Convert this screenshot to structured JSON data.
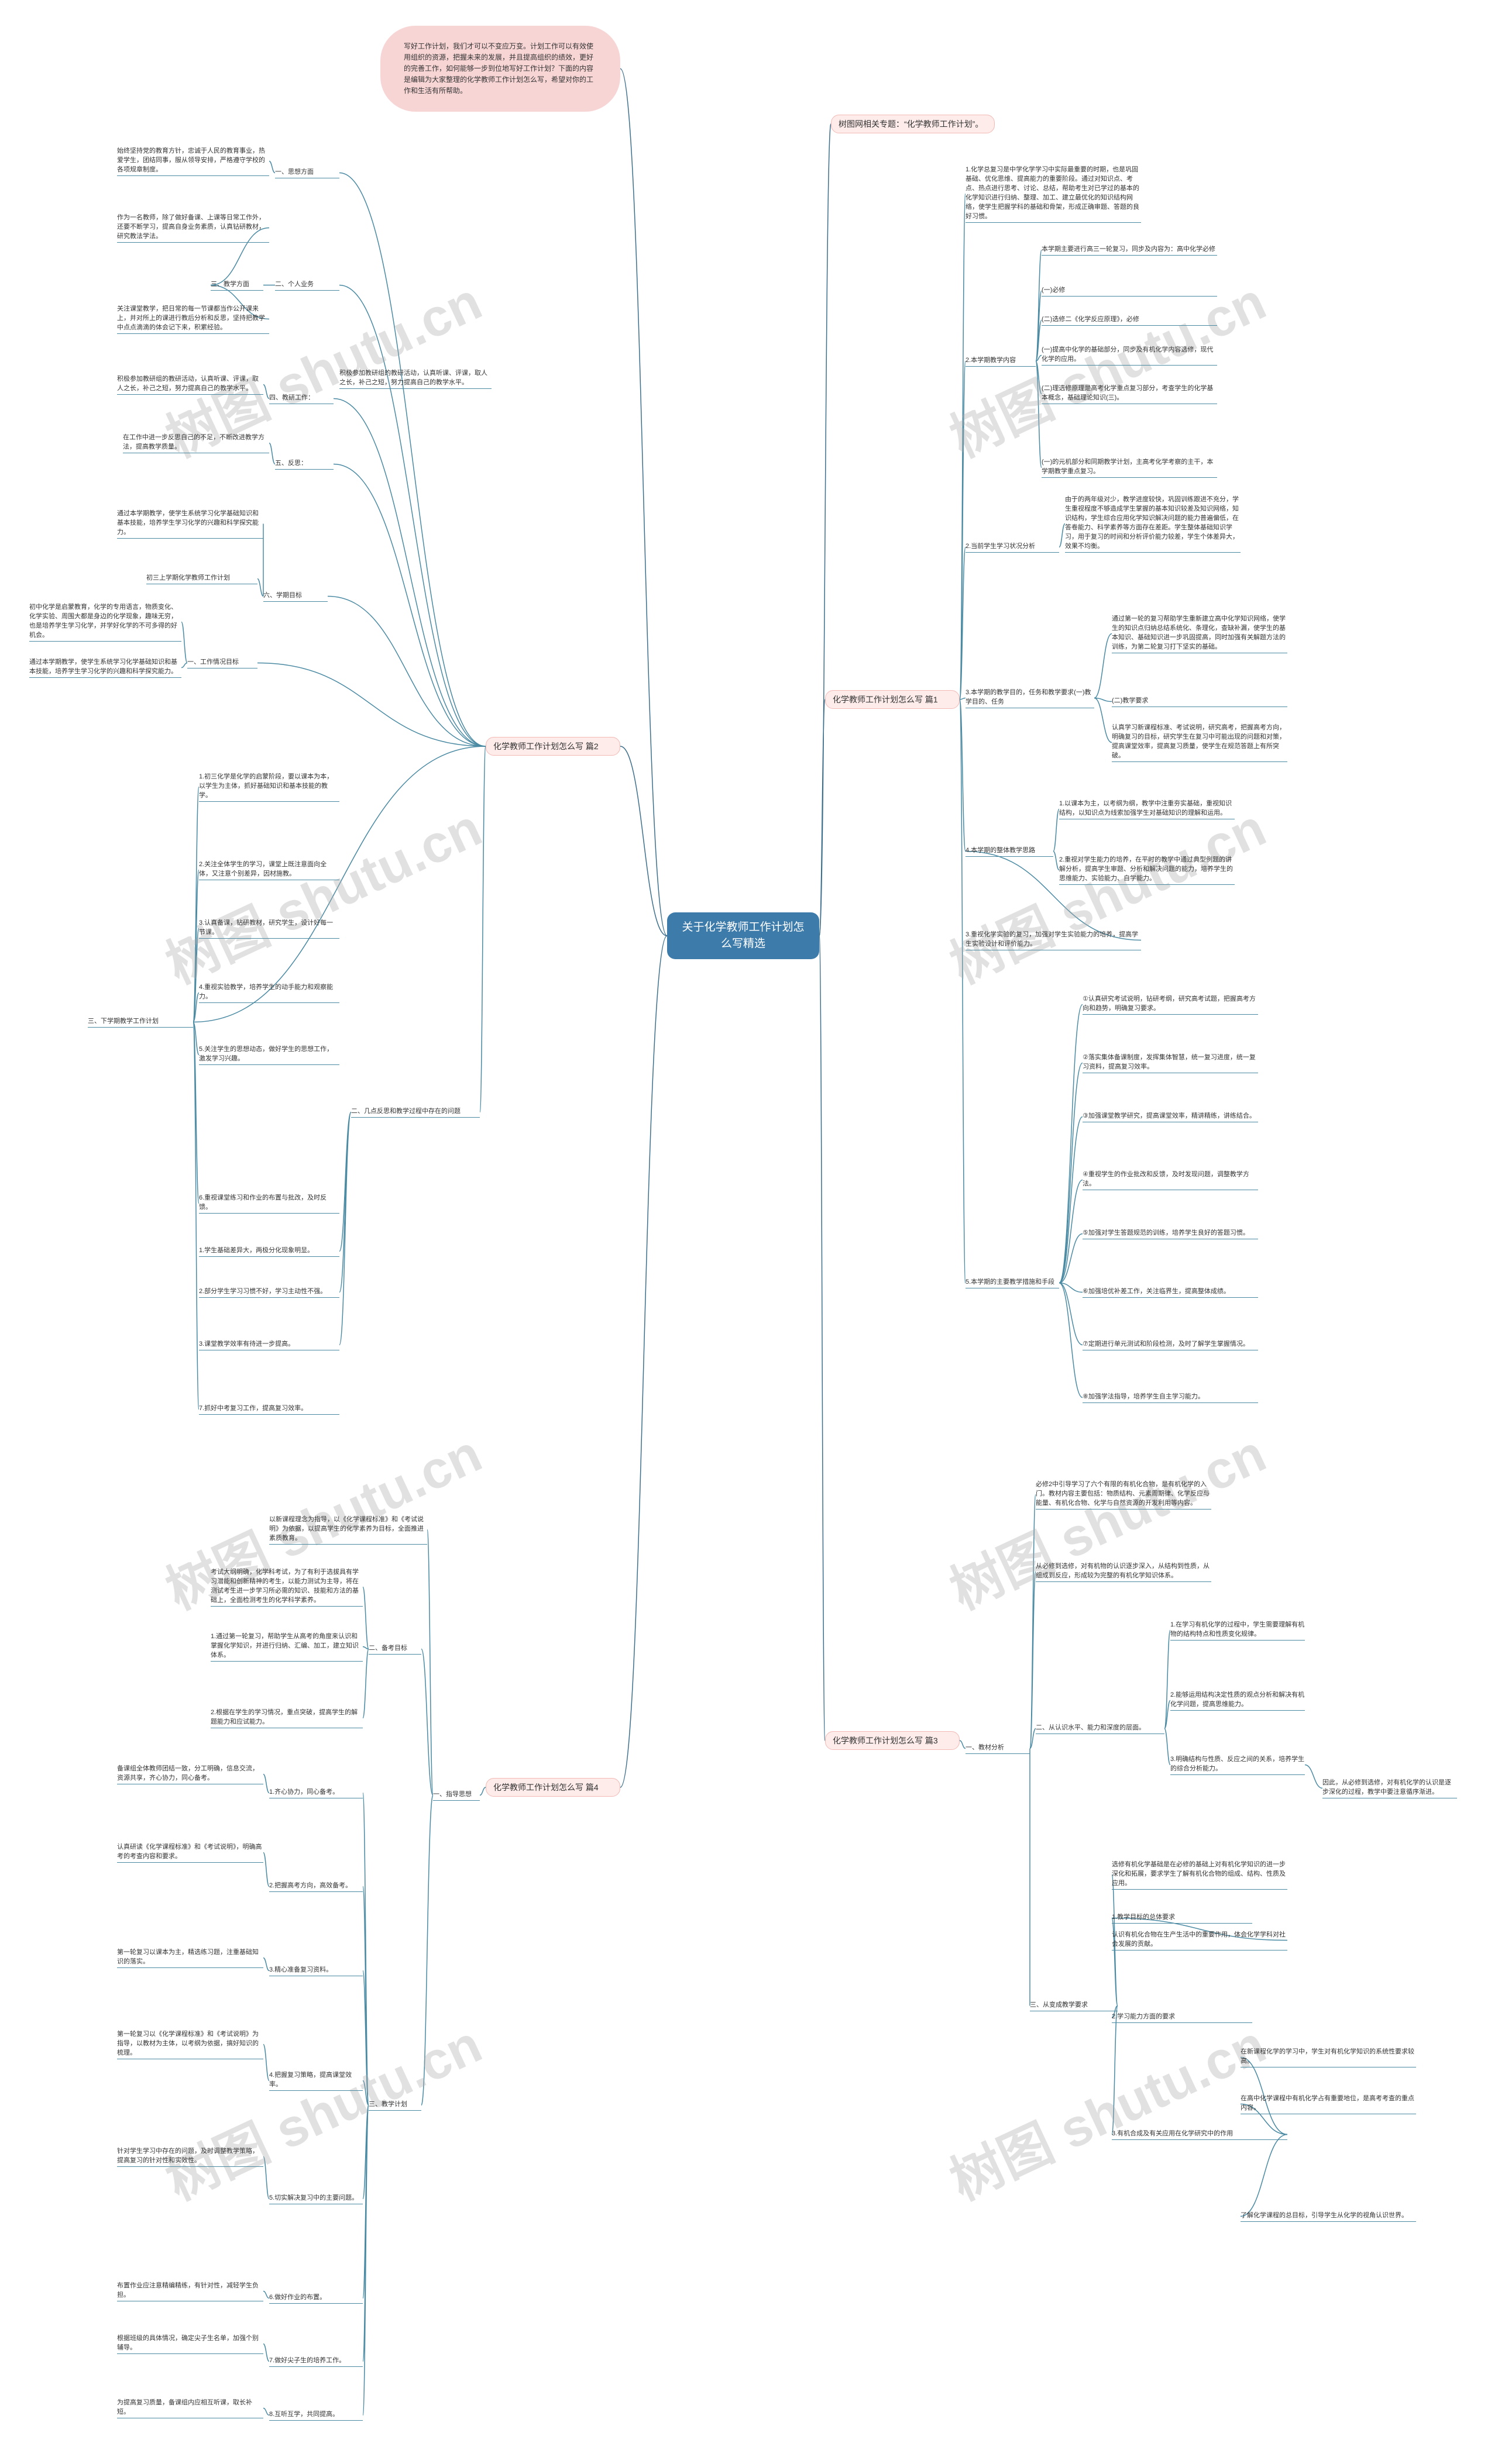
{
  "root": "关于化学教师工作计划怎么写精选",
  "intro": "写好工作计划，我们才可以不变应万变。计划工作可以有效使用组织的资源，把握未来的发展，并且提高组织的绩效，更好的完善工作，如何能够一步到位地写好工作计划？下面的内容是编辑为大家整理的化学教师工作计划怎么写，希望对你的工作和生活有所帮助。",
  "related": "树图网相关专题：“化学教师工作计划”。",
  "watermark": "树图 shutu.cn",
  "topics": {
    "t1": "化学教师工作计划怎么写 篇1",
    "t2": "化学教师工作计划怎么写 篇2",
    "t3": "化学教师工作计划怎么写 篇3",
    "t4": "化学教师工作计划怎么写 篇4"
  },
  "t1": {
    "b1": "1.化学总复习是中学化学学习中实际最重要的时期，也是巩固基础、优化思维、提高能力的重要阶段。通过对知识点、考点、热点进行思考、讨论、总结，帮助考生对已学过的基本的化学知识进行归纳、整理、加工、建立最优化的知识结构网络，使学生把握学科的基础和骨架，形成正确审题、答题的良好习惯。",
    "b2": "2.本学期教学内容",
    "b2_items": [
      "本学期主要进行高三一轮复习，同步及内容为：高中化学必修",
      "(一)必修",
      "(二)选修二《化学反应原理》，必修",
      "(一)提高中化学的基础部分，同步及有机化学内容选修，现代化学的应用。",
      "(二)理选修原理是高考化学重点复习部分，考查学生的化学基本概念，基础理论知识(三)。",
      "(一)的元机部分和同期教学计划，主高考化学考察的主干，本学期教学重点复习。"
    ],
    "b3": "2.当前学生学习状况分析",
    "b3_text": "由于的两年级对少，教学进度较快，巩固训练跟进不充分，学生重视程度不够造成学生掌握的基本知识较差及知识网络，知识结构，学生综合应用化学知识解决问题的能力普遍偏低，在答卷能力、科学素养等方面存在差距。学生整体基础知识学习，用于复习的时间和分析评价能力较差，学生个体差异大，效果不均衡。",
    "b4": "3.本学期的教学目的，任务和教学要求(一)教学目的、任务",
    "b4_items": [
      "通过第一轮的复习帮助学生重新建立高中化学知识网络，使学生的知识点归纳总结系统化、条理化，查缺补漏，使学生的基本知识、基础知识进一步巩固提高，同时加强有关解题方法的训练，为第二轮复习打下坚实的基础。",
      "(二)教学要求",
      "认真学习新课程标准、考试说明，研究高考，把握高考方向，明确复习的目标，研究学生在复习中可能出现的问题和对策，提高课堂效率，提高复习质量，使学生在规范答题上有所突破。"
    ],
    "b5": "4.本学期的整体教学思路",
    "b5_items": [
      "1.以课本为主，以考纲为纲，教学中注重夯实基础，重视知识结构，以知识点为线索加强学生对基础知识的理解和运用。",
      "2.重视对学生能力的培养，在平时的教学中通过典型例题的讲解分析，提高学生审题、分析和解决问题的能力，培养学生的思维能力、实验能力、自学能力。",
      "3.重视化学实验的复习，加强对学生实验能力的培养，提高学生实验设计和评价能力。"
    ],
    "b6": "5.本学期的主要教学措施和手段",
    "b6_items": [
      "①认真研究考试说明，钻研考纲，研究高考试题，把握高考方向和趋势，明确复习要求。",
      "②落实集体备课制度，发挥集体智慧，统一复习进度，统一复习资料，提高复习效率。",
      "③加强课堂教学研究，提高课堂效率，精讲精练，讲练结合。",
      "④重视学生的作业批改和反馈，及时发现问题，调整教学方法。",
      "⑤加强对学生答题规范的训练，培养学生良好的答题习惯。",
      "⑥加强培优补差工作，关注临界生，提高整体成绩。",
      "⑦定期进行单元测试和阶段检测，及时了解学生掌握情况。",
      "⑧加强学法指导，培养学生自主学习能力。"
    ]
  },
  "t2": {
    "s1": "一、思想方面",
    "s1_text": "始终坚持党的教育方针，忠诚于人民的教育事业，热爱学生，团结同事，服从领导安排，严格遵守学校的各项规章制度。",
    "s2": "二、个人业务",
    "s2_text": "作为一名教师，除了做好备课、上课等日常工作外，还要不断学习，提高自身业务素质，认真钻研教材，研究教法学法。",
    "s3": "三、教学方面",
    "s3_text": "关注课堂教学，把日常的每一节课都当作公开课来上，并对所上的课进行教后分析和反思，坚持把教学中点点滴滴的体会记下来，积累经验。",
    "s4": "四、教研工作：",
    "s4_text": "积极参加教研组的教研活动，认真听课、评课，取人之长，补己之短，努力提高自己的教学水平。",
    "s5": "五、反思：",
    "s5_text": "在工作中进一步反思自己的不足，不断改进教学方法，提高教学质量。",
    "s6": "六、学期目标",
    "s6_items": [
      "通过本学期教学，使学生系统学习化学基础知识和基本技能，培养学生学习化学的兴趣和科学探究能力。",
      "初三上学期化学教师工作计划"
    ],
    "s7": "一、工作情况目标",
    "s7_text": "初中化学是启蒙教育，化学的专用语言，物质变化、化学实验、周围大都是身边的化学现象，趣味无穷，也是培养学生学习化学，并学好化学的不可多得的好机会。",
    "s8": "三、下学期教学工作计划",
    "s8_items": [
      "1.初三化学是化学的启蒙阶段，要以课本为本，以学生为主体，抓好基础知识和基本技能的教学。",
      "2.关注全体学生的学习，课堂上既注意面向全体，又注意个别差异，因材施教。",
      "3.认真备课，钻研教材，研究学生，设计好每一节课。",
      "4.重视实验教学，培养学生的动手能力和观察能力。",
      "5.关注学生的思想动态，做好学生的思想工作，激发学习兴趣。",
      "6.重视课堂练习和作业的布置与批改，及时反馈。",
      "7.抓好中考复习工作，提高复习效率。"
    ],
    "s9": "二、几点反思和教学过程中存在的问题",
    "s9_items": [
      "1.学生基础差异大，两极分化现象明显。",
      "2.部分学生学习习惯不好，学习主动性不强。",
      "3.课堂教学效率有待进一步提高。"
    ]
  },
  "t3": {
    "b1": "一、教材分析",
    "b1_text": "必修2中引导学习了六个有限的有机化合物，是有机化学的入门。教材内容主要包括：物质结构、元素周期律、化学反应与能量、有机化合物、化学与自然资源的开发利用等内容。",
    "b2_text": "从必修到选修，对有机物的认识逐步深入，从结构到性质，从组成到反应，形成较为完整的有机化学知识体系。",
    "b3": "二、从认识水平、能力和深度的层面。",
    "b3_items": [
      "1.在学习有机化学的过程中，学生需要理解有机物的结构特点和性质变化规律。",
      "2.能够运用结构决定性质的观点分析和解决有机化学问题，提高思维能力。",
      "3.明确结构与性质、反应之间的关系，培养学生的综合分析能力。"
    ],
    "b3_side": "因此，从必修到选修，对有机化学的认识是逐步深化的过程，教学中要注意循序渐进。",
    "b4": "三、从变成教学要求",
    "b4_items": [
      "1.教学目标的总体要求",
      "2.学习能力方面的要求",
      "3.有机合成及有关应用在化学研究中的作用"
    ],
    "b4_text": "选修有机化学基础是在必修的基础上对有机化学知识的进一步深化和拓展，要求学生了解有机化合物的组成、结构、性质及应用。",
    "b5_text": "认识有机化合物在生产生活中的重要作用，体会化学学科对社会发展的贡献。",
    "b6_items": [
      "在新课程化学的学习中，学生对有机化学知识的系统性要求较高。",
      "在高中化学课程中有机化学占有重要地位，是高考考查的重点内容。",
      "了解化学课程的总目标，引导学生从化学的视角认识世界。"
    ]
  },
  "t4": {
    "b1": "一、指导思想",
    "b1_text": "以新课程理念为指导，以《化学课程标准》和《考试说明》为依据，以提高学生的化学素养为目标，全面推进素质教育。",
    "b2": "二、备考目标",
    "b2_items": [
      "考试大纲明确，化学科考试，为了有利于选拔具有学习潜能和创新精神的考生，以能力测试为主导，将在测试考生进一步学习所必需的知识、技能和方法的基础上，全面检测考生的化学科学素养。",
      "1.通过第一轮复习，帮助学生从高考的角度来认识和掌握化学知识，并进行归纳、汇编、加工，建立知识体系。",
      "2.根据在学生的学习情况，重点突破，提高学生的解题能力和应试能力。"
    ],
    "b3": "三、教学计划",
    "b3_items": [
      "1.齐心协力，同心备考。",
      "2.把握高考方向，高效备考。",
      "3.精心准备复习资料。",
      "4.把握复习策略，提高课堂效率。",
      "5.切实解决复习中的主要问题。",
      "6.做好作业的布置。",
      "7.做好尖子生的培养工作。",
      "8.互听互学，共同提高。"
    ],
    "b3_texts": [
      "备课组全体教师团结一致，分工明确，信息交流，资源共享，齐心协力，同心备考。",
      "认真研读《化学课程标准》和《考试说明》，明确高考的考查内容和要求。",
      "第一轮复习以课本为主，精选练习题，注重基础知识的落实。",
      "第一轮复习以《化学课程标准》和《考试说明》为指导，以教材为主体，以考纲为依据，搞好知识的梳理。",
      "针对学生学习中存在的问题，及时调整教学策略，提高复习的针对性和实效性。",
      "布置作业应注意精编精练，有针对性，减轻学生负担。",
      "根据班级的具体情况，确定尖子生名单，加强个别辅导。",
      "为提高复习质量，备课组内应相互听课，取长补短。"
    ]
  }
}
